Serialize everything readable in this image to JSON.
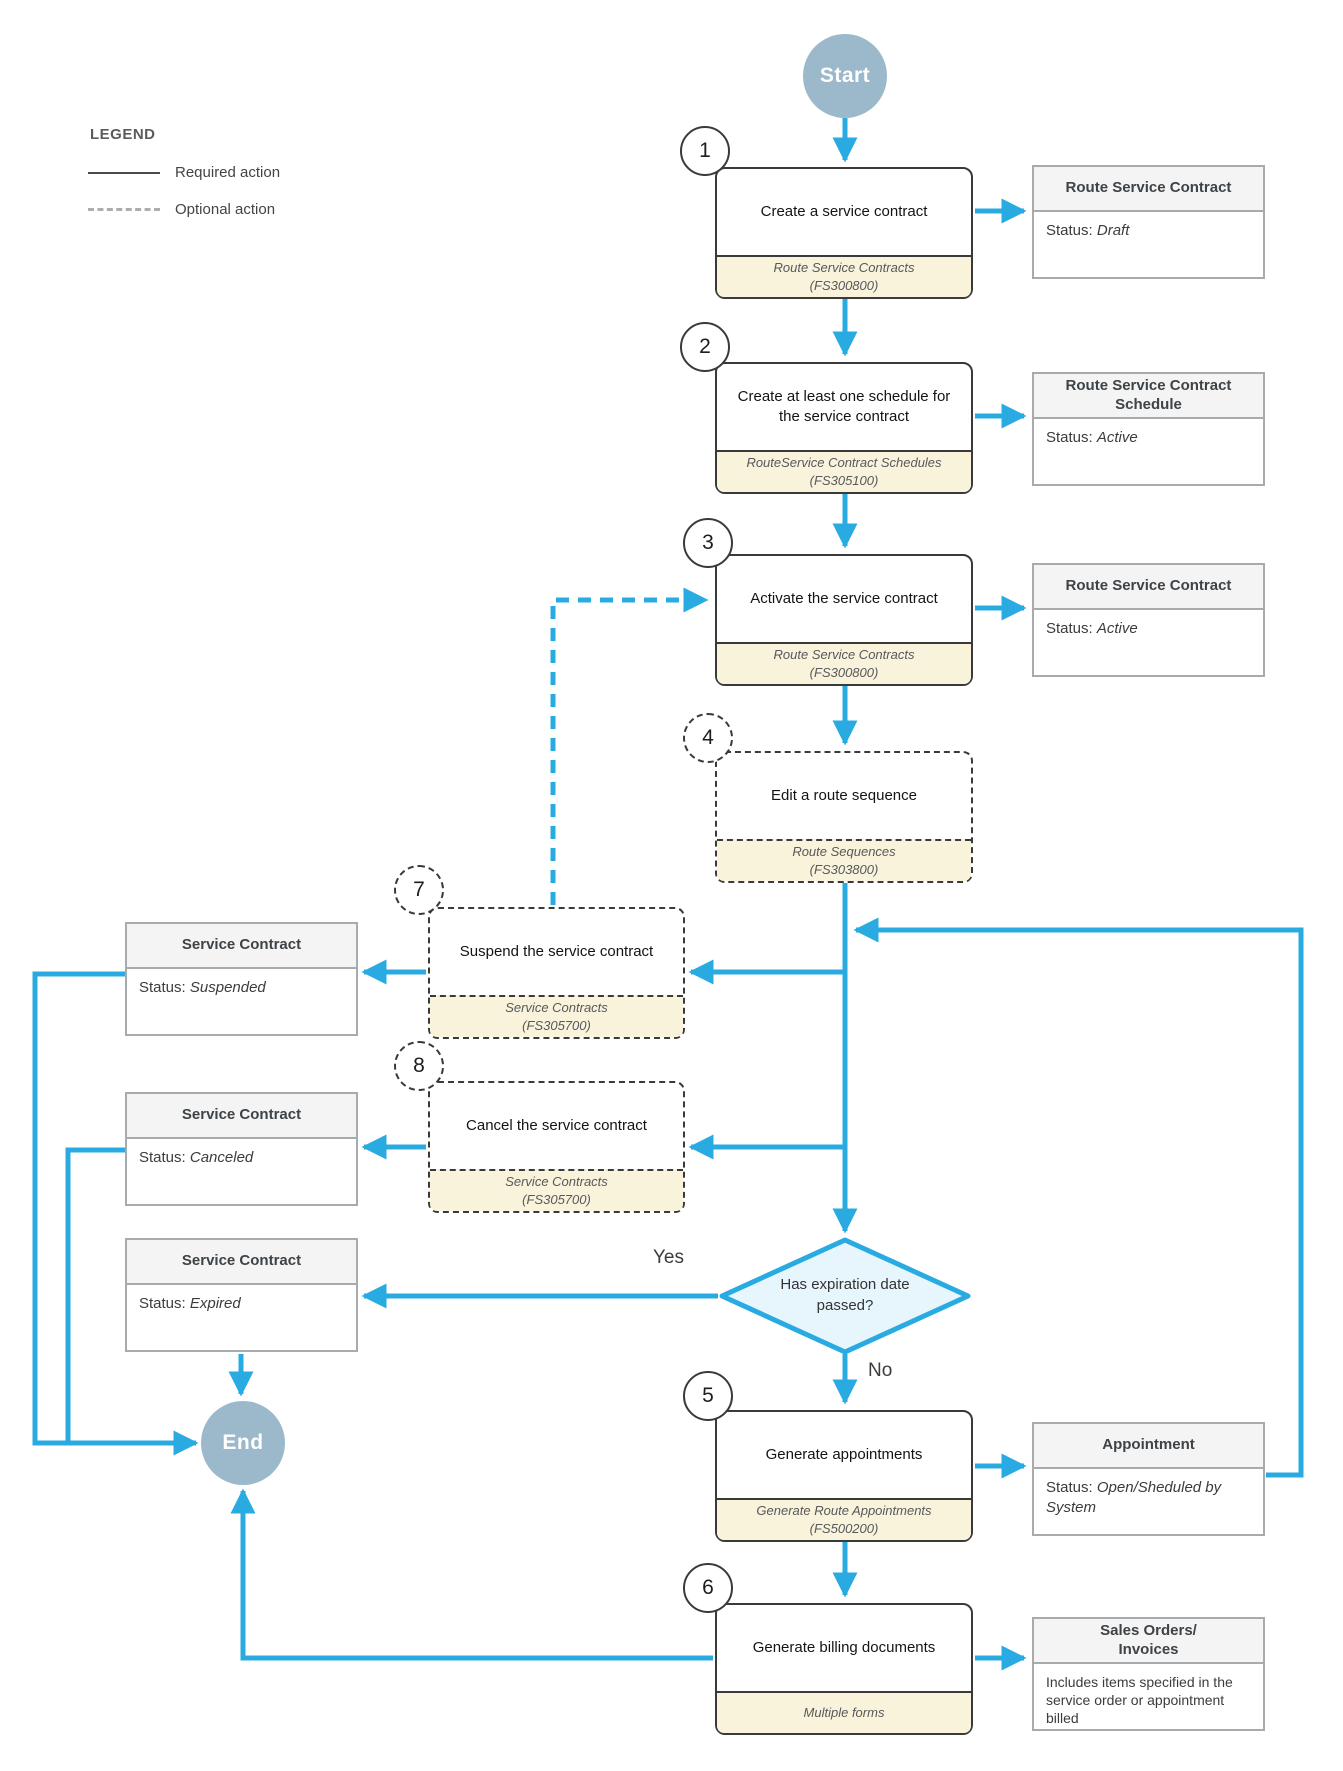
{
  "colors": {
    "flow_blue": "#29ABE2",
    "terminal_fill": "#9CB9CB",
    "footer_bg": "#FAF3DB",
    "diamond_fill": "#E7F6FD",
    "box_border": "#3A3A3A",
    "outcome_border": "#A8ABAD"
  },
  "legend": {
    "title": "LEGEND",
    "required_label": "Required action",
    "optional_label": "Optional action"
  },
  "terminals": {
    "start_label": "Start",
    "end_label": "End"
  },
  "decision": {
    "question": "Has expiration date passed?",
    "yes_label": "Yes",
    "no_label": "No"
  },
  "steps": {
    "s1": {
      "number": "1",
      "label": "Create a service contract",
      "screen_name": "Route Service Contracts",
      "screen_code": "(FS300800)"
    },
    "s2": {
      "number": "2",
      "label": "Create at least one schedule for the service contract",
      "screen_name": "RouteService Contract Schedules",
      "screen_code": "(FS305100)"
    },
    "s3": {
      "number": "3",
      "label": "Activate the service contract",
      "screen_name": "Route Service Contracts",
      "screen_code": "(FS300800)"
    },
    "s4": {
      "number": "4",
      "label": "Edit a route sequence",
      "screen_name": "Route Sequences",
      "screen_code": "(FS303800)"
    },
    "s5": {
      "number": "5",
      "label": "Generate appointments",
      "screen_name": "Generate Route Appointments",
      "screen_code": "(FS500200)"
    },
    "s6": {
      "number": "6",
      "label": "Generate billing documents",
      "screen_name": "Multiple forms",
      "screen_code": ""
    },
    "s7": {
      "number": "7",
      "label": "Suspend the service contract",
      "screen_name": "Service Contracts",
      "screen_code": "(FS305700)"
    },
    "s8": {
      "number": "8",
      "label": "Cancel the service contract",
      "screen_name": "Service Contracts",
      "screen_code": "(FS305700)"
    }
  },
  "outcomes": {
    "draft": {
      "title": "Route Service Contract",
      "status_label": "Status:",
      "status_value": "Draft"
    },
    "schedule_active": {
      "title": "Route Service Contract Schedule",
      "status_label": "Status:",
      "status_value": "Active"
    },
    "contract_active": {
      "title": "Route Service Contract",
      "status_label": "Status:",
      "status_value": "Active"
    },
    "suspended": {
      "title": "Service Contract",
      "status_label": "Status:",
      "status_value": "Suspended"
    },
    "canceled": {
      "title": "Service Contract",
      "status_label": "Status:",
      "status_value": "Canceled"
    },
    "expired": {
      "title": "Service Contract",
      "status_label": "Status:",
      "status_value": "Expired"
    },
    "appointment": {
      "title": "Appointment",
      "status_label": "Status:",
      "status_value": "Open/Sheduled by System"
    },
    "sales": {
      "title_line1": "Sales Orders/",
      "title_line2": "Invoices",
      "body": "Includes items specified in the service order or appointment billed"
    }
  }
}
